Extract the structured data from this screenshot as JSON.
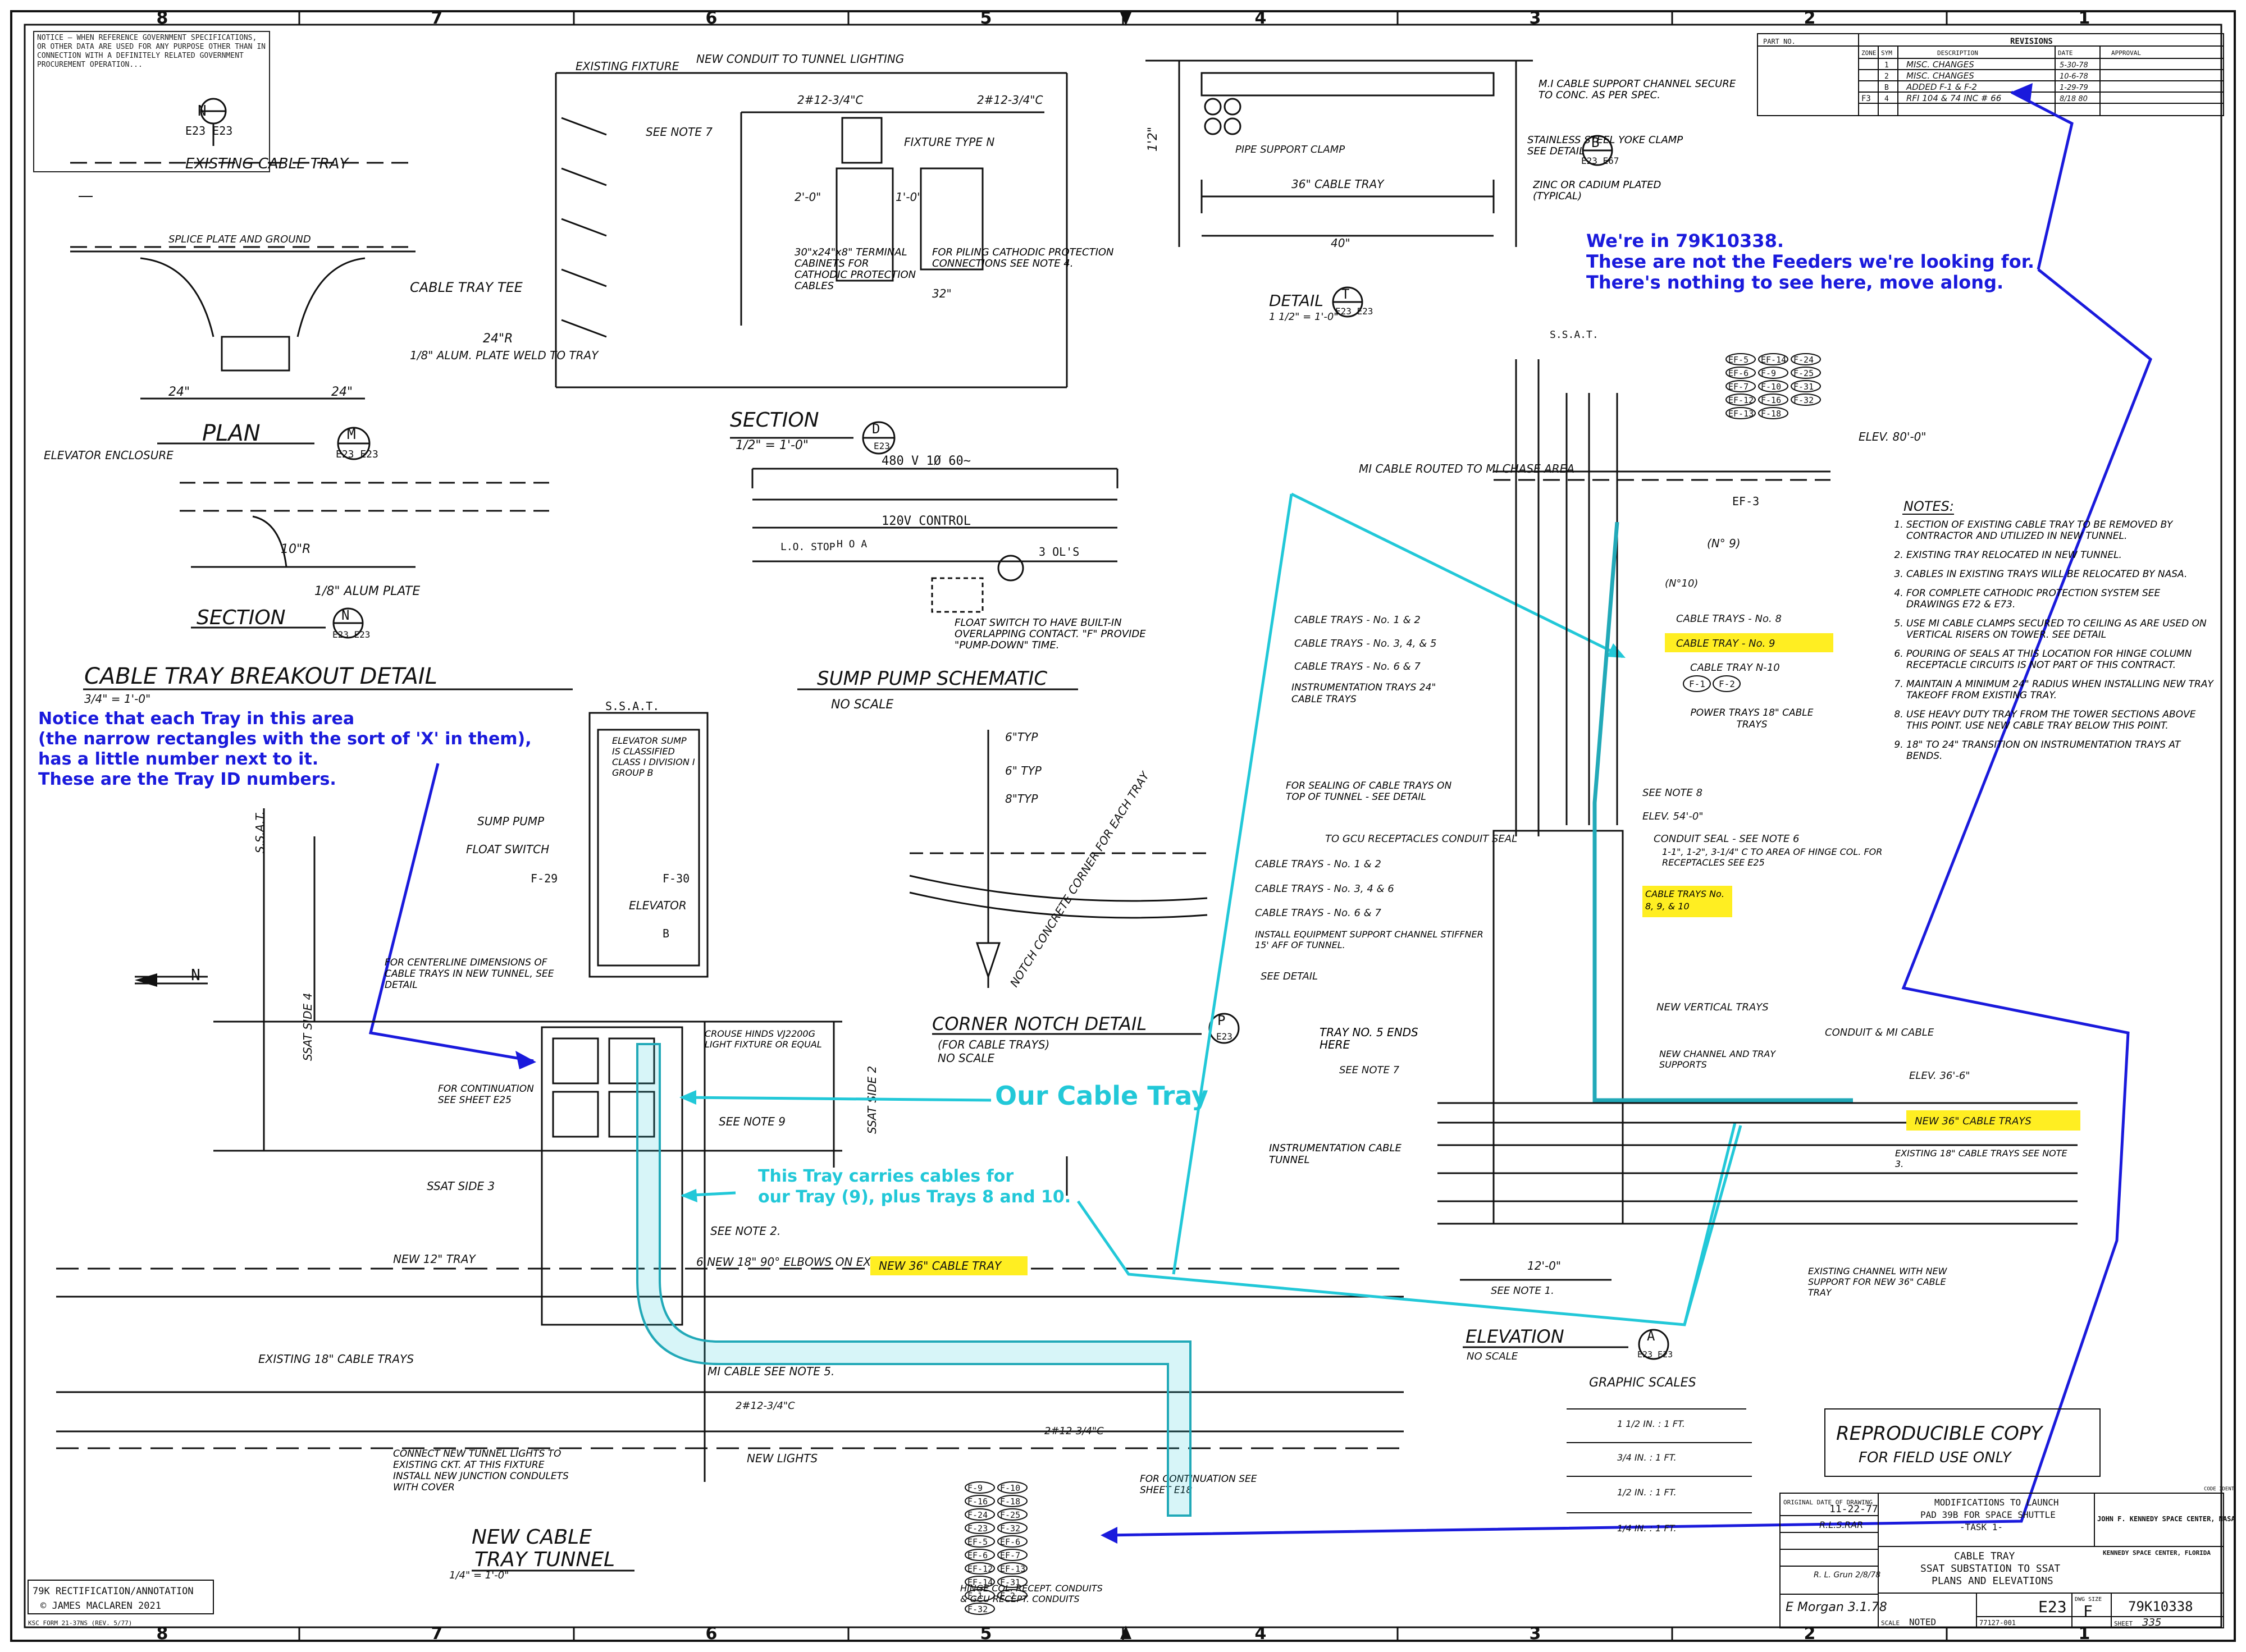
{
  "border": {
    "columns": [
      "8",
      "7",
      "6",
      "5",
      "4",
      "3",
      "2",
      "1"
    ]
  },
  "notice": "NOTICE — WHEN REFERENCE GOVERNMENT SPECIFICATIONS, OR OTHER DATA ARE USED FOR ANY PURPOSE OTHER THAN IN CONNECTION WITH A DEFINITELY RELATED GOVERNMENT PROCUREMENT OPERATION...",
  "revisions": {
    "header": "REVISIONS",
    "columns": [
      "ZONE",
      "SYM",
      "DESCRIPTION",
      "DATE",
      "APPROVAL"
    ],
    "part_no": "PART NO.",
    "rows": [
      {
        "zone": "",
        "sym": "1",
        "desc": "MISC. CHANGES",
        "date": "5-30-78"
      },
      {
        "zone": "",
        "sym": "2",
        "desc": "MISC. CHANGES",
        "date": "10-6-78"
      },
      {
        "zone": "",
        "sym": "B",
        "desc": "ADDED F-1 & F-2",
        "date": "1-29-79"
      },
      {
        "zone": "F3",
        "sym": "4",
        "desc": "RFI 104 & 74 INC # 66",
        "date": "8/18 80"
      }
    ]
  },
  "annotations": {
    "top_right": [
      "We're in 79K10338.",
      "These are not the Feeders we're looking for.",
      "There's nothing to see here, move along."
    ],
    "left": [
      "Notice that each Tray in this area",
      "(the narrow rectangles with the sort of 'X' in them),",
      "has a little number next to it.",
      "These are the Tray ID numbers."
    ],
    "our_tray": "Our Cable Tray",
    "this_tray": [
      "This Tray carries cables for",
      "our Tray (9), plus Trays 8 and 10."
    ]
  },
  "views": {
    "plan_m": {
      "title": "PLAN",
      "scale": "",
      "ref": "M",
      "sheets": "E23 E23"
    },
    "section_n": {
      "title": "SECTION",
      "ref": "N",
      "sheets": "E23 E23"
    },
    "n_top": {
      "ref": "N",
      "sheets": "E23 E23"
    },
    "breakout": {
      "title": "CABLE TRAY BREAKOUT DETAIL",
      "scale": "3/4\" = 1'-0\""
    },
    "section_d": {
      "title": "SECTION",
      "scale": "1/2\" = 1'-0\"",
      "ref": "D",
      "sheets": "E23"
    },
    "sump": {
      "title": "SUMP PUMP SCHEMATIC",
      "scale": "NO SCALE"
    },
    "corner": {
      "title": "CORNER NOTCH DETAIL",
      "sub": "(FOR CABLE TRAYS)",
      "scale": "NO SCALE",
      "ref": "P",
      "sheets": "E23"
    },
    "detail_t": {
      "title": "DETAIL",
      "scale": "1 1/2\" = 1'-0\"",
      "ref": "T",
      "sheets": "E23 E23"
    },
    "elevation": {
      "title": "ELEVATION",
      "scale": "NO SCALE",
      "ref": "A",
      "sheets": "E23 E23"
    },
    "tunnel": {
      "title": "NEW CABLE",
      "title2": "TRAY TUNNEL",
      "scale": "1/4\" = 1'-0\""
    }
  },
  "labels": {
    "existing_cable_tray": "EXISTING CABLE TRAY",
    "splice": "SPLICE PLATE AND GROUND",
    "cable_tray_tee": "CABLE TRAY TEE",
    "radius_24": "24\"R",
    "alum_plate": "1/8\" ALUM. PLATE WELD TO TRAY",
    "dim_24a": "24\"",
    "dim_24b": "24\"",
    "elevator_enclosure": "ELEVATOR ENCLOSURE",
    "r10": "10\"R",
    "alum_plate2": "1/8\" ALUM PLATE",
    "existing_fixture": "EXISTING FIXTURE",
    "new_conduit": "NEW CONDUIT TO TUNNEL LIGHTING",
    "c212a": "2#12-3/4\"C",
    "c212b": "2#12-3/4\"C",
    "see_note_7": "SEE NOTE 7",
    "fixture_n": "FIXTURE TYPE N",
    "dim_20": "2'-0\"",
    "dim_10": "1'-0\"",
    "terminal": "30\"x24\"x8\" TERMINAL CABINETS FOR CATHODIC PROTECTION CABLES",
    "piling": "FOR PILING CATHODIC PROTECTION CONNECTIONS SEE NOTE 4.",
    "dim_32": "32\"",
    "mi_channel": "M.I CABLE SUPPORT CHANNEL SECURE TO CONC. AS PER SPEC.",
    "yoke": "STAINLESS STEEL YOKE CLAMP SEE DETAIL",
    "pipe_clamp": "PIPE SUPPORT CLAMP",
    "tray36": "36\" CABLE TRAY",
    "zinc": "ZINC OR CADIUM PLATED (TYPICAL)",
    "dim_40": "40\"",
    "dim_12": "1'2\"",
    "b_ref": "B",
    "b_sheets": "E23 E67",
    "v480": "480 V 1Ø 60~",
    "v120": "120V CONTROL",
    "stop": "L.O. STOP",
    "hoa": "H O A",
    "ols": "3 OL'S",
    "float_note": "FLOAT SWITCH TO HAVE BUILT-IN OVERLAPPING CONTACT. \"F\" PROVIDE \"PUMP-DOWN\" TIME.",
    "ssat": "S.S.A.T.",
    "ssat_left": "S.S.A.T.",
    "sump_pump": "SUMP PUMP",
    "float_switch": "FLOAT SWITCH",
    "elevator": "ELEVATOR",
    "class_note": "ELEVATOR SUMP IS CLASSIFIED CLASS I DIVISION I GROUP B",
    "f29": "F-29",
    "f30": "F-30",
    "b_e24": "B",
    "centerline": "FOR CENTERLINE DIMENSIONS OF CABLE TRAYS IN NEW TUNNEL, SEE DETAIL",
    "for_continuation_25": "FOR CONTINUATION SEE SHEET E25",
    "crouse": "CROUSE HINDS VJ2200G LIGHT FIXTURE OR EQUAL",
    "see_note_9": "SEE NOTE 9",
    "ssat_side4": "SSAT SIDE 4",
    "ssat_side2": "SSAT SIDE 2",
    "ssat_side3": "SSAT SIDE 3",
    "north": "N",
    "notch_note": "NOTCH CONCRETE CORNER FOR EACH TRAY",
    "typ6": "6\"TYP",
    "typ6b": "6\" TYP",
    "typ8": "8\"TYP",
    "see_note_2": "SEE NOTE 2.",
    "elbows": "6 NEW 18\" 90° ELBOWS ON EXISTING TRAYS",
    "new_36_tray": "NEW 36\" CABLE TRAY",
    "new_12_tray": "NEW 12\" TRAY",
    "existing_18": "EXISTING 18\" CABLE TRAYS",
    "mi_cable_5": "MI CABLE SEE NOTE 5.",
    "c212c": "2#12-3/4\"C",
    "c212d": "2#12-3/4\"C",
    "new_lights": "NEW LIGHTS",
    "connect_note": "CONNECT NEW TUNNEL LIGHTS TO EXISTING CKT. AT THIS FIXTURE INSTALL NEW JUNCTION CONDULETS WITH COVER",
    "for_continuation_18": "FOR CONTINUATION SEE SHEET E18",
    "hinge": "HINGE COL. RECEPT. CONDUITS & GCU RECEPT. CONDUITS",
    "feeder_list": [
      "F-9",
      "F-10",
      "F-16",
      "F-18",
      "F-24",
      "F-25",
      "F-23",
      "F-32",
      "EF-5",
      "EF-6",
      "EF-6",
      "EF-7",
      "EF-12",
      "EF-13",
      "EF-14",
      "F-31",
      "F-1",
      "F-2",
      "F-32"
    ],
    "feeder_list_top": [
      "EF-5",
      "EF-14",
      "F-24",
      "EF-6",
      "F-9",
      "F-25",
      "EF-7",
      "F-10",
      "F-31",
      "EF-12",
      "F-16",
      "F-32",
      "EF-13",
      "F-18"
    ],
    "elev80": "ELEV. 80'-0\"",
    "mi_routed": "MI CABLE ROUTED TO MI CHASE AREA",
    "ef3": "EF-3",
    "n9": "(N° 9)",
    "n10": "(N°10)",
    "ct_1_2": "CABLE TRAYS - No. 1 & 2",
    "ct_345": "CABLE TRAYS - No. 3, 4, & 5",
    "ct_67": "CABLE TRAYS - No. 6 & 7",
    "instr": "INSTRUMENTATION TRAYS 24\" CABLE TRAYS",
    "ct8": "CABLE TRAYS - No. 8",
    "ct9": "CABLE TRAY - No. 9",
    "ct10": "CABLE TRAY N-10",
    "f1": "F-1",
    "f2": "F-2",
    "power": "POWER TRAYS 18\" CABLE TRAYS",
    "sealing": "FOR SEALING OF CABLE TRAYS ON TOP OF TUNNEL - SEE DETAIL",
    "gcu": "TO GCU RECEPTACLES CONDUIT SEAL",
    "see_note_8": "SEE NOTE 8",
    "elev54": "ELEV. 54'-0\"",
    "conduit_seal": "CONDUIT SEAL - SEE NOTE 6",
    "conduits": "1-1\", 1-2\", 3-1/4\" C TO AREA OF HINGE COL. FOR RECEPTACLES SEE E25",
    "ct_12b": "CABLE TRAYS - No. 1 & 2",
    "ct_346b": "CABLE TRAYS - No. 3, 4 & 6",
    "ct_67b": "CABLE TRAYS - No. 6 & 7",
    "ct_8910": "CABLE TRAYS No. 8, 9, & 10",
    "install_note": "INSTALL EQUIPMENT SUPPORT CHANNEL STIFFNER 15' AFF OF TUNNEL.",
    "see_detail_h": "SEE DETAIL",
    "new_vert": "NEW VERTICAL TRAYS",
    "tray5": "TRAY NO. 5 ENDS HERE",
    "see_note_7b": "SEE NOTE 7",
    "new_channel": "NEW CHANNEL AND TRAY SUPPORTS",
    "conduit_mi": "CONDUIT & MI CABLE",
    "elev36": "ELEV. 36'-6\"",
    "instr_tunnel": "INSTRUMENTATION CABLE TUNNEL",
    "new36": "NEW 36\" CABLE TRAYS",
    "existing18b": "EXISTING 18\" CABLE TRAYS SEE NOTE 3.",
    "dim_120": "12'-0\"",
    "see_note_1": "SEE NOTE 1.",
    "existing_channel": "EXISTING CHANNEL WITH NEW SUPPORT FOR NEW 36\" CABLE TRAY",
    "graphic": "GRAPHIC SCALES",
    "scale_a": "1 1/2 IN. : 1 FT.",
    "scale_b": "3/4 IN. : 1 FT.",
    "scale_c": "1/2 IN. : 1 FT.",
    "scale_d": "1/4 IN. : 1 FT.",
    "reproducible": "REPRODUCIBLE COPY",
    "field_use": "FOR FIELD USE ONLY"
  },
  "notes": {
    "title": "NOTES:",
    "items": [
      "SECTION OF EXISTING CABLE TRAY TO BE REMOVED BY CONTRACTOR AND UTILIZED IN NEW TUNNEL.",
      "EXISTING TRAY RELOCATED IN NEW TUNNEL.",
      "CABLES IN EXISTING TRAYS WILL BE RELOCATED BY NASA.",
      "FOR COMPLETE CATHODIC PROTECTION SYSTEM SEE DRAWINGS E72 & E73.",
      "USE MI CABLE CLAMPS SECURED TO CEILING AS ARE USED ON VERTICAL RISERS ON TOWER. SEE DETAIL",
      "POURING OF SEALS AT THIS LOCATION FOR HINGE COLUMN RECEPTACLE CIRCUITS IS NOT PART OF THIS CONTRACT.",
      "MAINTAIN A MINIMUM 24\" RADIUS WHEN INSTALLING NEW TRAY TAKEOFF FROM EXISTING TRAY.",
      "USE HEAVY DUTY TRAY FROM THE TOWER SECTIONS ABOVE THIS POINT. USE NEW CABLE TRAY BELOW THIS POINT.",
      "18\" TO 24\" TRANSITION ON INSTRUMENTATION TRAYS AT BENDS."
    ]
  },
  "title_block": {
    "original_date_label": "ORIGINAL DATE OF DRAWING",
    "original_date": "11-22-77",
    "draftsman": "R.L.S.",
    "checker": "RAR",
    "approved": "R. L. Grun 2/8/78",
    "signed": "E Morgan 3.1.78",
    "project1": "MODIFICATIONS TO LAUNCH",
    "project2": "PAD 39B  FOR SPACE SHUTTLE",
    "project3": "-TASK 1-",
    "agency": "JOHN F. KENNEDY SPACE CENTER, NASA",
    "agency2": "KENNEDY SPACE CENTER, FLORIDA",
    "title1": "CABLE TRAY",
    "title2": "SSAT SUBSTATION TO SSAT",
    "title3": "PLANS AND ELEVATIONS",
    "sheet_code": "E23",
    "size_label": "DWG SIZE",
    "size": "F",
    "dwg_no": "79K10338",
    "scale_label": "SCALE",
    "scale": "NOTED",
    "date_code": "77127-001",
    "sheet_label": "SHEET",
    "sheet": "335",
    "code_label": "CODE IDENT"
  },
  "footer": {
    "line1": "79K RECTIFICATION/ANNOTATION",
    "line2": "© JAMES MACLAREN 2021",
    "form": "KSC FORM 21-37NS (REV. 5/77)"
  }
}
